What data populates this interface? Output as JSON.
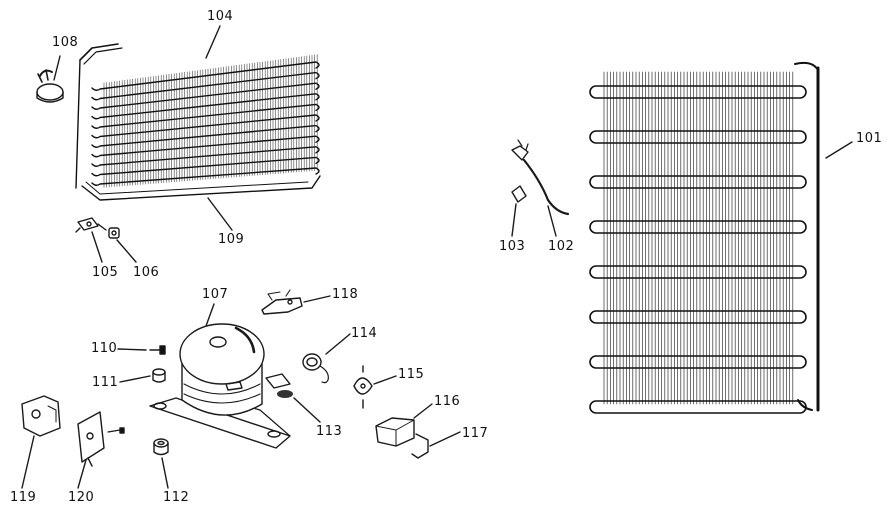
{
  "diagram": {
    "parts": [
      {
        "id": "p101",
        "number": "101"
      },
      {
        "id": "p102",
        "number": "102"
      },
      {
        "id": "p103",
        "number": "103"
      },
      {
        "id": "p104",
        "number": "104"
      },
      {
        "id": "p105",
        "number": "105"
      },
      {
        "id": "p106",
        "number": "106"
      },
      {
        "id": "p107",
        "number": "107"
      },
      {
        "id": "p108",
        "number": "108"
      },
      {
        "id": "p109",
        "number": "109"
      },
      {
        "id": "p110",
        "number": "110"
      },
      {
        "id": "p111",
        "number": "111"
      },
      {
        "id": "p112",
        "number": "112"
      },
      {
        "id": "p113",
        "number": "113"
      },
      {
        "id": "p114",
        "number": "114"
      },
      {
        "id": "p115",
        "number": "115"
      },
      {
        "id": "p116",
        "number": "116"
      },
      {
        "id": "p117",
        "number": "117"
      },
      {
        "id": "p118",
        "number": "118"
      },
      {
        "id": "p119",
        "number": "119"
      },
      {
        "id": "p120",
        "number": "120"
      }
    ]
  }
}
